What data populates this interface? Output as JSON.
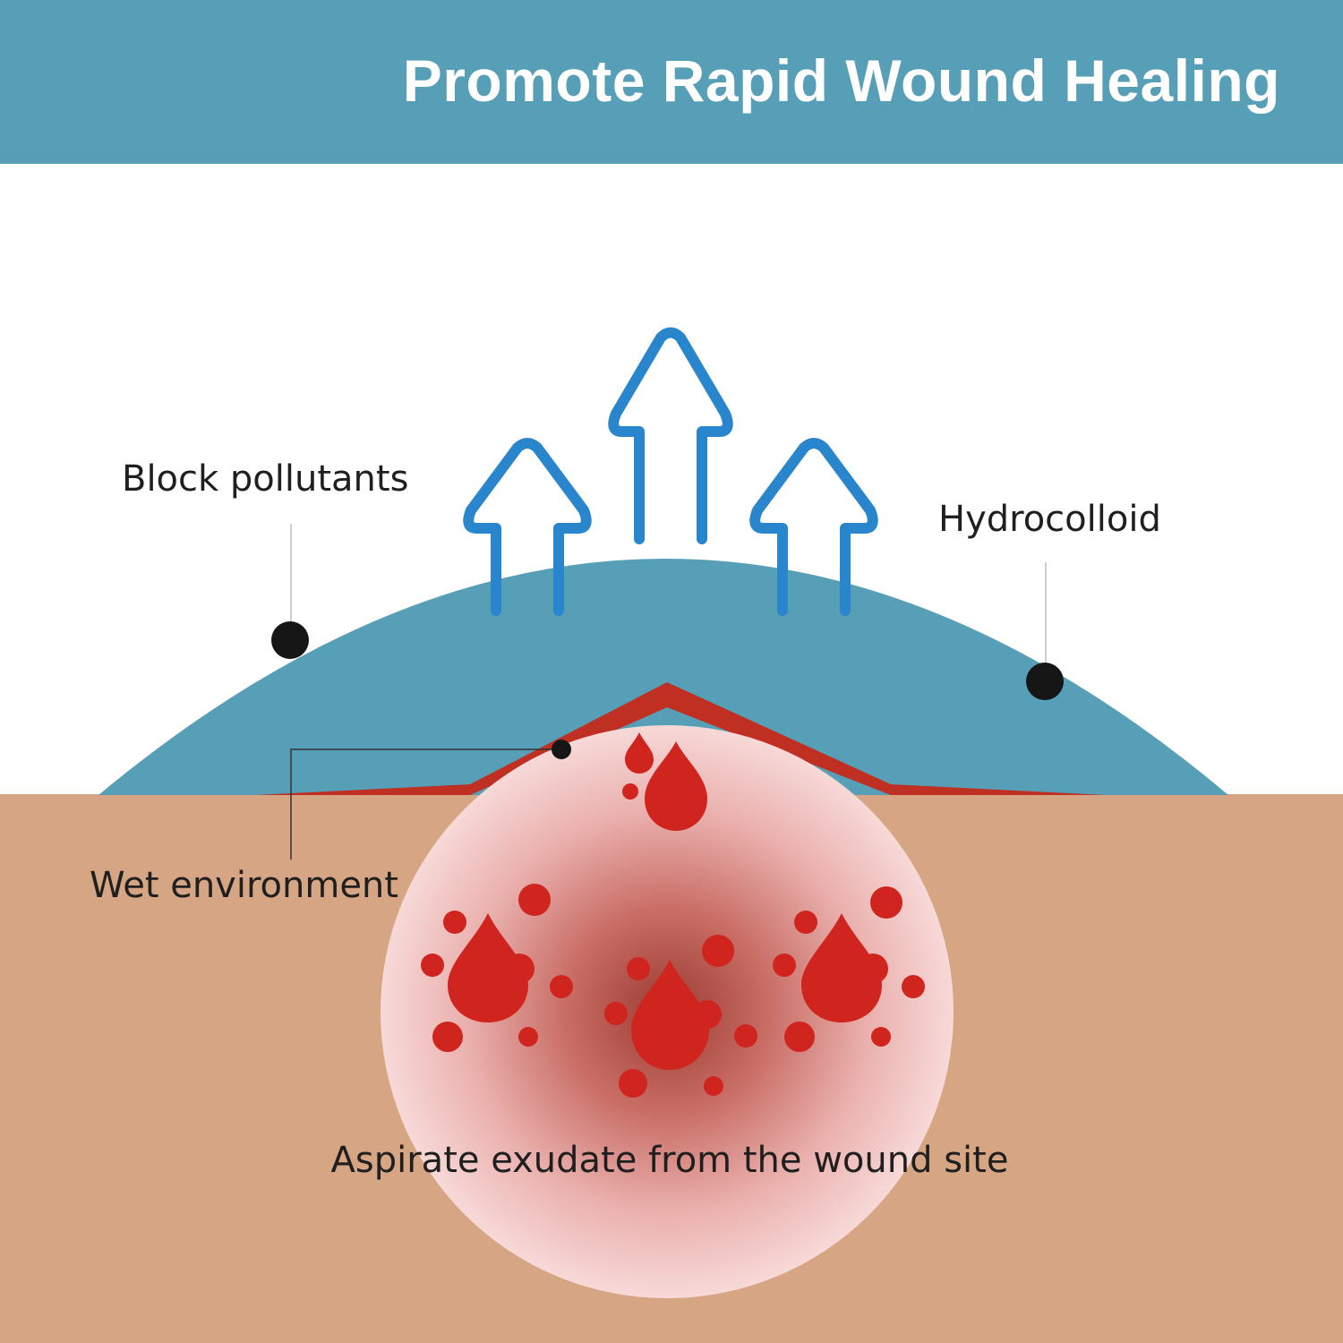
{
  "header": {
    "title": "Promote Rapid Wound Healing",
    "background": "#579fb6"
  },
  "labels": {
    "block_pollutants": "Block pollutants",
    "hydrocolloid": "Hydrocolloid",
    "wet_environment": "Wet environment",
    "aspirate_exudate": "Aspirate exudate from the wound site"
  },
  "colors": {
    "dressing": "#579fb6",
    "skin": "#d6a583",
    "wet_layer": "#bf2f22",
    "arrows": "#2a86cc",
    "droplets": "#d0241f",
    "wound_glow_center": "#9c3c33",
    "wound_glow_edge": "#f6d3d3"
  },
  "icons": {
    "arrows": "upward-arrow-icon",
    "droplets": "blood-droplet-icon",
    "callout_dots": "callout-dot-icon"
  }
}
